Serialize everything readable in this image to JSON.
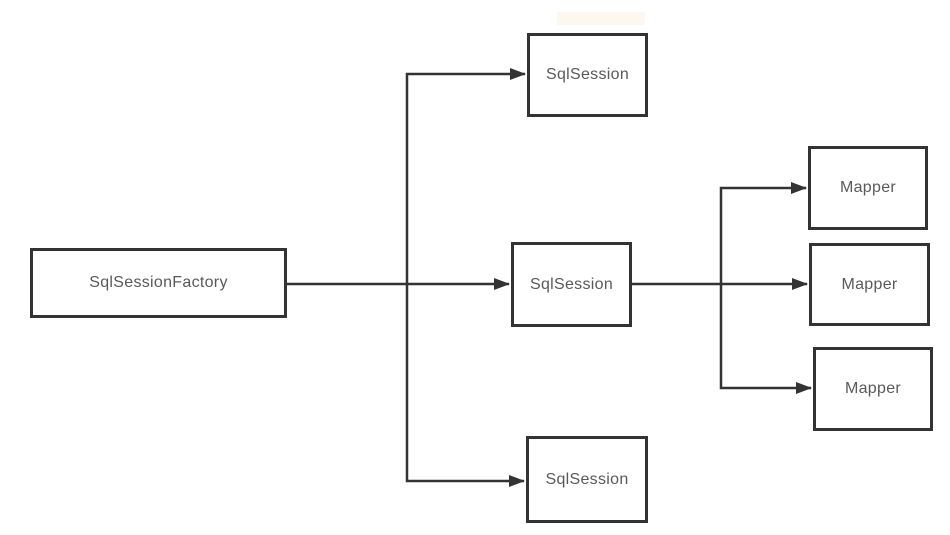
{
  "diagram": {
    "nodes": [
      {
        "id": "sqlsessionfactory",
        "label": "SqlSessionFactory"
      },
      {
        "id": "sqlsession-top",
        "label": "SqlSession"
      },
      {
        "id": "sqlsession-middle",
        "label": "SqlSession"
      },
      {
        "id": "sqlsession-bottom",
        "label": "SqlSession"
      },
      {
        "id": "mapper-top",
        "label": "Mapper"
      },
      {
        "id": "mapper-middle",
        "label": "Mapper"
      },
      {
        "id": "mapper-bottom",
        "label": "Mapper"
      }
    ],
    "edges": [
      {
        "from": "sqlsessionfactory",
        "to": "sqlsession-top"
      },
      {
        "from": "sqlsessionfactory",
        "to": "sqlsession-middle"
      },
      {
        "from": "sqlsessionfactory",
        "to": "sqlsession-bottom"
      },
      {
        "from": "sqlsession-middle",
        "to": "mapper-top"
      },
      {
        "from": "sqlsession-middle",
        "to": "mapper-middle"
      },
      {
        "from": "sqlsession-middle",
        "to": "mapper-bottom"
      }
    ],
    "colors": {
      "line": "#333333",
      "box_border": "#333333",
      "text": "#595959",
      "background": "#ffffff",
      "highlight_artifact": "#fcf8ed"
    }
  }
}
